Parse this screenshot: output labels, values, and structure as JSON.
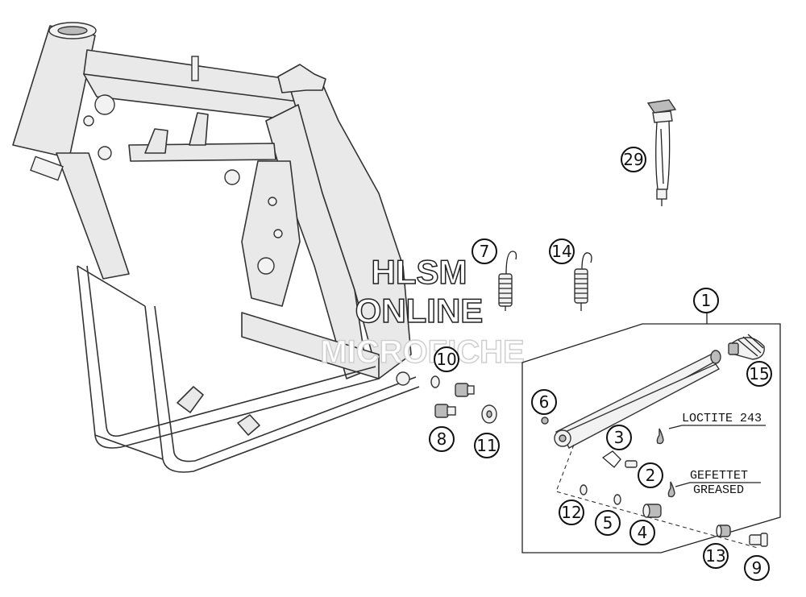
{
  "callouts": [
    {
      "label": "1"
    },
    {
      "label": "2"
    },
    {
      "label": "3"
    },
    {
      "label": "4"
    },
    {
      "label": "5"
    },
    {
      "label": "6"
    },
    {
      "label": "7"
    },
    {
      "label": "8"
    },
    {
      "label": "9"
    },
    {
      "label": "10"
    },
    {
      "label": "11"
    },
    {
      "label": "12"
    },
    {
      "label": "13"
    },
    {
      "label": "14"
    },
    {
      "label": "15"
    },
    {
      "label": "29"
    }
  ],
  "notes": {
    "loctite": "LOCTITE 243",
    "gefettet": "GEFETTET",
    "greased": "GREASED"
  },
  "watermark": {
    "line1": "HLSM",
    "line2": "ONLINE",
    "line3": "MICROFICHE"
  }
}
